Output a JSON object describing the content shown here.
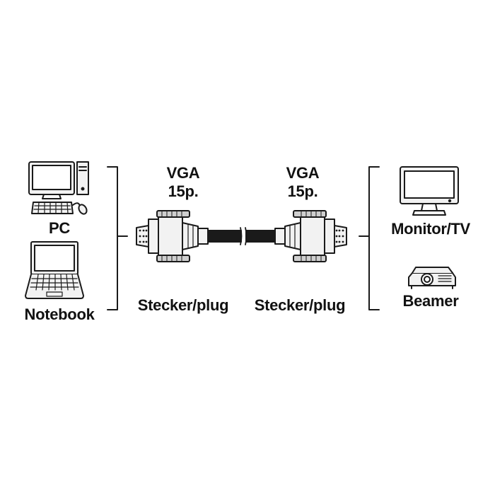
{
  "left_devices": {
    "pc_label": "PC",
    "notebook_label": "Notebook"
  },
  "connectors": {
    "left": {
      "type_line1": "VGA",
      "type_line2": "15p.",
      "gender_label": "Stecker/plug"
    },
    "right": {
      "type_line1": "VGA",
      "type_line2": "15p.",
      "gender_label": "Stecker/plug"
    }
  },
  "right_devices": {
    "monitor_label": "Monitor/TV",
    "beamer_label": "Beamer"
  },
  "icons": [
    "pc-icon",
    "notebook-icon",
    "vga-connector-icon",
    "cable-icon",
    "monitor-icon",
    "projector-icon"
  ],
  "colors": {
    "line": "#1a1a1a",
    "fill_light": "#f2f2f2",
    "fill_grey": "#cfcfcf"
  }
}
